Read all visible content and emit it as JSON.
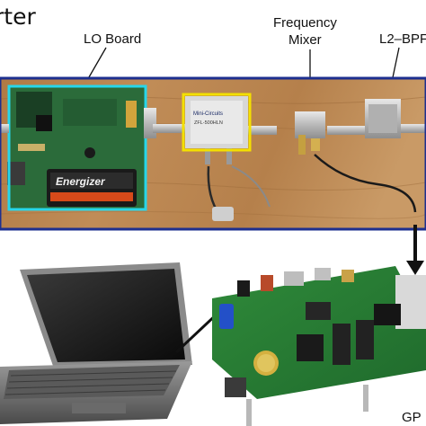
{
  "title_fragment": "rter",
  "labels": {
    "lo_board": "LO Board",
    "frequency_mixer_line1": "Frequency",
    "frequency_mixer_line2": "Mixer",
    "l2_bpf": "L2–BPF",
    "gp_fragment": "GP"
  },
  "photo_text": {
    "battery_brand": "Energizer",
    "mini_circuits": "Mini-Circuits",
    "part_number": "ZFL-500HLN"
  },
  "colors": {
    "lo_board_highlight": "#27d6ea",
    "amplifier_highlight": "#f3e000",
    "panel_border": "#1d2f8f",
    "arrow": "#111111"
  }
}
